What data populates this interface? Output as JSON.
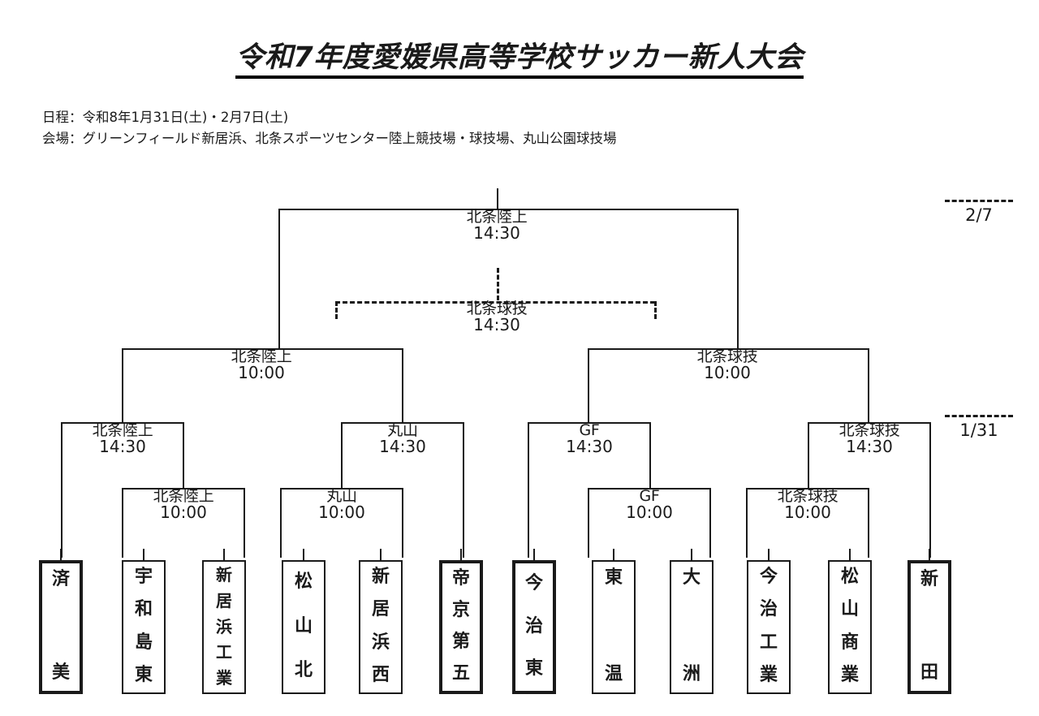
{
  "header": {
    "title": "令和7年度愛媛県高等学校サッカー新人大会",
    "schedule_line": "日程：令和8年1月31日(土)・2月7日(土)",
    "venue_line": "会場：グリーンフィールド新居浜、北条スポーツセンター陸上競技場・球技場、丸山公園球技場"
  },
  "date_markers": [
    {
      "label": "2/7"
    },
    {
      "label": "1/31"
    }
  ],
  "matches": {
    "final": {
      "venue": "北条陸上",
      "time": "14:30"
    },
    "third_place": {
      "venue": "北条球技",
      "time": "14:30"
    },
    "semi_left": {
      "venue": "北条陸上",
      "time": "10:00"
    },
    "semi_right": {
      "venue": "北条球技",
      "time": "10:00"
    },
    "qf1": {
      "venue": "北条陸上",
      "time": "14:30"
    },
    "qf2": {
      "venue": "丸山",
      "time": "14:30"
    },
    "qf3": {
      "venue": "GF",
      "time": "14:30"
    },
    "qf4": {
      "venue": "北条球技",
      "time": "14:30"
    },
    "r1_a": {
      "venue": "北条陸上",
      "time": "10:00"
    },
    "r1_b": {
      "venue": "丸山",
      "time": "10:00"
    },
    "r1_c": {
      "venue": "GF",
      "time": "10:00"
    },
    "r1_d": {
      "venue": "北条球技",
      "time": "10:00"
    }
  },
  "teams": [
    {
      "name": "済美",
      "chars": [
        "済",
        "美"
      ],
      "seeded": true
    },
    {
      "name": "宇和島東",
      "chars": [
        "宇",
        "和",
        "島",
        "東"
      ],
      "seeded": false
    },
    {
      "name": "新居浜工業",
      "chars": [
        "新",
        "居",
        "浜",
        "工",
        "業"
      ],
      "seeded": false
    },
    {
      "name": "松山北",
      "chars": [
        "松",
        "山",
        "北"
      ],
      "seeded": false
    },
    {
      "name": "新居浜西",
      "chars": [
        "新",
        "居",
        "浜",
        "西"
      ],
      "seeded": false
    },
    {
      "name": "帝京第五",
      "chars": [
        "帝",
        "京",
        "第",
        "五"
      ],
      "seeded": true
    },
    {
      "name": "今治東",
      "chars": [
        "今",
        "治",
        "東"
      ],
      "seeded": true
    },
    {
      "name": "東温",
      "chars": [
        "東",
        "温"
      ],
      "seeded": false
    },
    {
      "name": "大洲",
      "chars": [
        "大",
        "洲"
      ],
      "seeded": false
    },
    {
      "name": "今治工業",
      "chars": [
        "今",
        "治",
        "工",
        "業"
      ],
      "seeded": false
    },
    {
      "name": "松山商業",
      "chars": [
        "松",
        "山",
        "商",
        "業"
      ],
      "seeded": false
    },
    {
      "name": "新田",
      "chars": [
        "新",
        "田"
      ],
      "seeded": true
    }
  ],
  "colors": {
    "line": "#1a1a1a",
    "background": "#ffffff"
  }
}
